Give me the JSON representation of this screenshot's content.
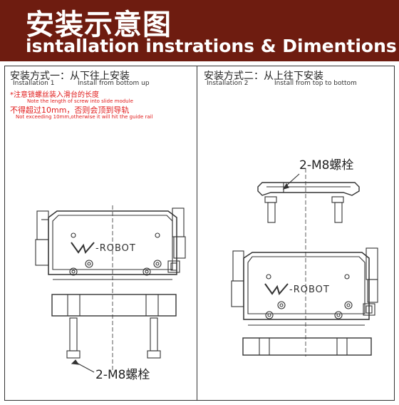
{
  "header": {
    "title_zh": "安装示意图",
    "title_en": "isntallation  instrations & Dimentions"
  },
  "left": {
    "heading_zh": "安装方式一：从下往上安装",
    "heading_en_a": "Installation 1",
    "heading_en_b": "Install from bottom up",
    "note_zh": "*注意锁螺丝装入滑台的长度",
    "note_en": "Note the length of screw into slide module",
    "warn_zh": "不得超过10mm，否则会顶到导轨",
    "warn_en": "Not exceeding 10mm,otherwise it will hit the guide rail",
    "callout": "2-M8螺栓",
    "logo_text": "-ROBOT"
  },
  "right": {
    "heading_zh": "安装方式二：从上往下安装",
    "heading_en_a": "Installation 2",
    "heading_en_b": "Install from top to bottom",
    "callout": "2-M8螺栓",
    "logo_text": "-ROBOT"
  },
  "colors": {
    "banner": "#6e1c10",
    "warning": "#e11b1b"
  }
}
